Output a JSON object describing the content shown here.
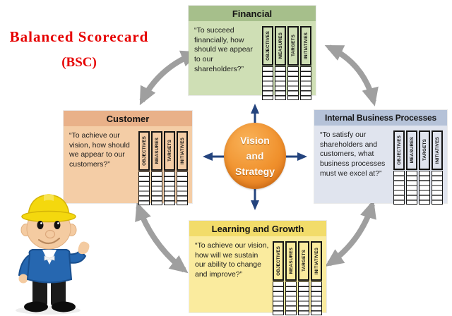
{
  "title": {
    "line1": "Balanced Scorecard",
    "line2": "(BSC)"
  },
  "center_node": {
    "line1": "Vision",
    "line2": "and",
    "line3": "Strategy"
  },
  "table_headers": [
    "OBJECTIVES",
    "MEASURES",
    "TARGETS",
    "INITIATIVES"
  ],
  "perspectives": {
    "financial": {
      "title": "Financial",
      "quote": "“To succeed financially, how should we appear to our shareholders?”"
    },
    "customer": {
      "title": "Customer",
      "quote": "“To achieve our vision, how should we appear to our customers?”"
    },
    "internal": {
      "title": "Internal Business Processes",
      "quote": "“To satisfy our shareholders and customers, what business processes must we excel at?”"
    },
    "learning": {
      "title": "Learning and Growth",
      "quote": "“To achieve our vision, how will we sustain our ability to change and improve?”"
    }
  },
  "colors": {
    "title_text": "#e60000",
    "financial_header": "#a6bf8b",
    "financial_body": "#cfdfb5",
    "customer_header": "#e9b189",
    "customer_body": "#f4cda6",
    "internal_header": "#b5c2d8",
    "internal_body": "#e0e4ee",
    "learning_header": "#f2dc6a",
    "learning_body": "#faeb9e",
    "center_fill": "#f0912d",
    "center_text": "#ffffff",
    "blue_arrow": "#24447e",
    "gray_arrow": "#9f9f9f"
  },
  "icons": {
    "worker": "construction-worker-icon",
    "cycle_arrows": "double-headed-curved-arrow-icon",
    "link_arrows": "straight-arrow-icon"
  }
}
